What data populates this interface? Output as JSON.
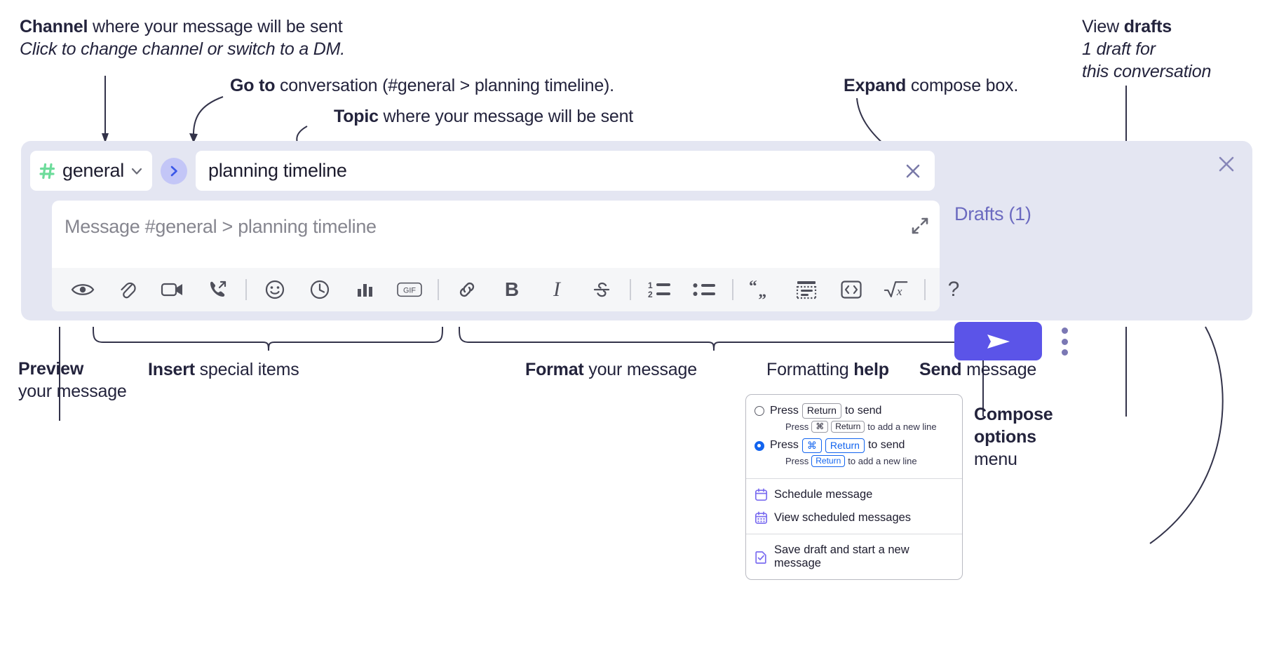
{
  "annotations": {
    "channel": {
      "line1_bold": "Channel",
      "line1_rest": " where your message will be sent",
      "line2_italic": "Click to change channel or switch to a DM."
    },
    "goto": {
      "bold": "Go to",
      "rest": " conversation (#general > planning timeline)."
    },
    "topic": {
      "bold": "Topic",
      "rest": " where your message will be sent"
    },
    "expand": {
      "bold": "Expand",
      "rest": " compose box."
    },
    "drafts": {
      "line1_rest": "View ",
      "line1_bold": "drafts",
      "line2_italic": "1 draft for",
      "line3_italic": "this conversation"
    },
    "preview": {
      "line1_bold": "Preview",
      "line2": "your message"
    },
    "insert": {
      "bold": "Insert",
      "rest": " special items"
    },
    "format": {
      "bold": "Format",
      "rest": " your message"
    },
    "formatting_help": {
      "rest": "Formatting ",
      "bold": "help"
    },
    "send": {
      "bold": "Send",
      "rest": " message"
    },
    "compose_options": {
      "line1_bold": "Compose",
      "line2_bold": "options",
      "line3": "menu"
    }
  },
  "compose": {
    "channel_name": "general",
    "hash_icon": "hash-icon",
    "chevron_down_icon": "chevron-down-icon",
    "goto_icon": "chevron-right-icon",
    "topic_value": "planning timeline",
    "topic_clear_icon": "close-icon",
    "message_placeholder": "Message #general > planning timeline",
    "expand_icon": "expand-diagonal-icon",
    "panel_close_icon": "close-icon",
    "drafts_label": "Drafts (1)",
    "send_icon": "send-paper-plane-icon",
    "kebab_icon": "more-vertical-icon"
  },
  "toolbar": {
    "items": [
      {
        "name": "preview-icon",
        "label": "Preview"
      },
      {
        "name": "attachment-icon",
        "label": "Attach file"
      },
      {
        "name": "video-camera-icon",
        "label": "Record video clip"
      },
      {
        "name": "phone-audio-icon",
        "label": "Record audio clip"
      },
      {
        "name": "separator",
        "label": ""
      },
      {
        "name": "emoji-smiley-icon",
        "label": "Emoji"
      },
      {
        "name": "clock-icon",
        "label": "Reminder"
      },
      {
        "name": "poll-bar-chart-icon",
        "label": "Poll"
      },
      {
        "name": "gif-icon",
        "label": "GIF"
      },
      {
        "name": "separator",
        "label": ""
      },
      {
        "name": "link-icon",
        "label": "Link"
      },
      {
        "name": "bold-icon",
        "label": "B"
      },
      {
        "name": "italic-icon",
        "label": "I"
      },
      {
        "name": "strikethrough-icon",
        "label": "S"
      },
      {
        "name": "separator",
        "label": ""
      },
      {
        "name": "ordered-list-icon",
        "label": "Ordered list"
      },
      {
        "name": "bullet-list-icon",
        "label": "Bulleted list"
      },
      {
        "name": "separator",
        "label": ""
      },
      {
        "name": "blockquote-icon",
        "label": "Blockquote"
      },
      {
        "name": "code-block-icon",
        "label": "Code block"
      },
      {
        "name": "inline-code-icon",
        "label": "Code"
      },
      {
        "name": "math-sqrt-icon",
        "label": "Math"
      },
      {
        "name": "separator",
        "label": ""
      },
      {
        "name": "help-question-icon",
        "label": "?"
      }
    ]
  },
  "menu": {
    "options": [
      {
        "selected": false,
        "line_pre": "Press",
        "keys": [
          "Return"
        ],
        "line_post": "to send",
        "sub_pre": "Press",
        "sub_keys": [
          "⌘",
          "Return"
        ],
        "sub_post": "to add a new line"
      },
      {
        "selected": true,
        "line_pre": "Press",
        "keys": [
          "⌘",
          "Return"
        ],
        "line_post": "to send",
        "sub_pre": "Press",
        "sub_keys": [
          "Return"
        ],
        "sub_post": "to add a new line"
      }
    ],
    "items": [
      {
        "icon": "calendar-schedule-icon",
        "label": "Schedule message"
      },
      {
        "icon": "calendar-list-icon",
        "label": "View scheduled messages"
      },
      {
        "icon": "save-draft-icon",
        "label": "Save draft and start a new message"
      }
    ]
  },
  "colors": {
    "panel_bg": "#e4e6f2",
    "send_button": "#5b54e8",
    "goto_button": "#c3c6f7",
    "hash_green": "#6ddc9b",
    "drafts_text": "#6b6ac0",
    "accent_blue": "#1264ef",
    "menu_icon_purple": "#7b6df0",
    "toolbar_bg": "#f5f6f8",
    "text_dark": "#23233c"
  }
}
